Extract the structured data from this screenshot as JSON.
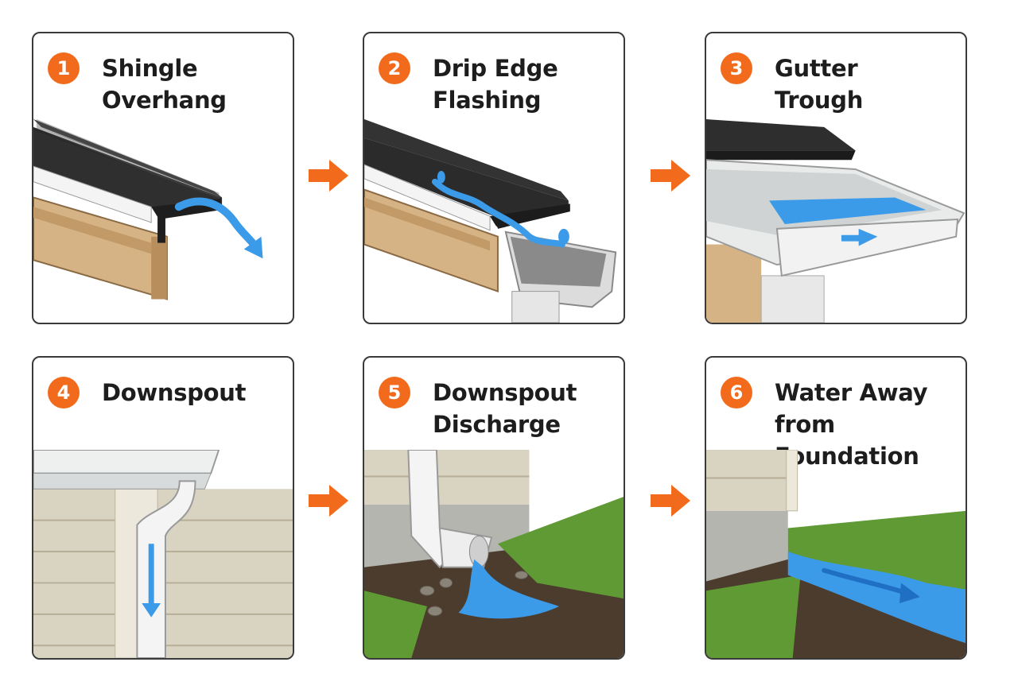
{
  "steps": [
    {
      "number": "1",
      "title": "Shingle\nOverhang"
    },
    {
      "number": "2",
      "title": "Drip Edge\nFlashing"
    },
    {
      "number": "3",
      "title": "Gutter\nTrough"
    },
    {
      "number": "4",
      "title": "Downspout"
    },
    {
      "number": "5",
      "title": "Downspout\nDischarge"
    },
    {
      "number": "6",
      "title": "Water Away from\nFoundation"
    }
  ],
  "colors": {
    "accent": "#f26a1b",
    "water": "#3c9be8",
    "shingle": "#2e2e2e",
    "wood": "#d6b385",
    "siding": "#d9d3c2",
    "gutter": "#eceeee",
    "grass": "#5f9a35"
  }
}
